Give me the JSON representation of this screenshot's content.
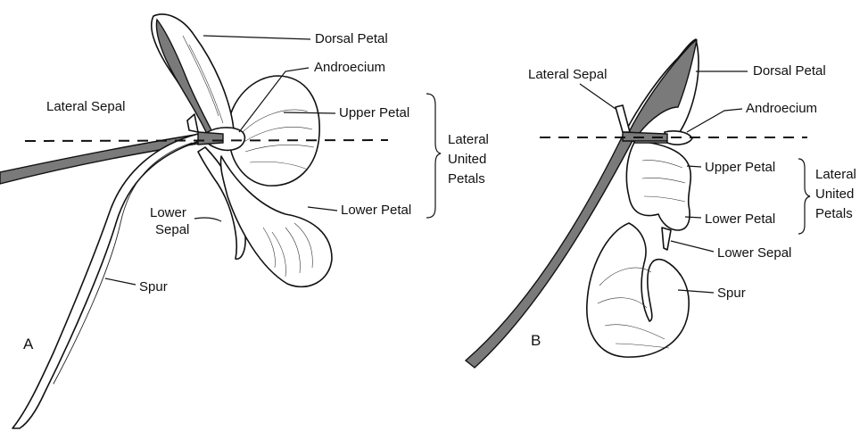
{
  "figure": {
    "panel_a": {
      "letter": "A",
      "labels": {
        "dorsal_petal": "Dorsal  Petal",
        "androecium": "Androecium",
        "lateral_sepal": "Lateral Sepal",
        "upper_petal": "Upper Petal",
        "lateral_united_petals": [
          "Lateral",
          "United",
          "Petals"
        ],
        "lower_petal": "Lower Petal",
        "lower_sepal": [
          "Lower",
          "Sepal"
        ],
        "spur": "Spur"
      }
    },
    "panel_b": {
      "letter": "B",
      "labels": {
        "lateral_sepal": "Lateral  Sepal",
        "dorsal_petal": "Dorsal  Petal",
        "androecium": "Androecium",
        "upper_petal": "Upper Petal",
        "lateral_united_petals": [
          "Lateral",
          "United",
          "Petals"
        ],
        "lower_petal": "Lower Petal",
        "lower_sepal": "Lower Sepal",
        "spur": "Spur"
      }
    }
  }
}
